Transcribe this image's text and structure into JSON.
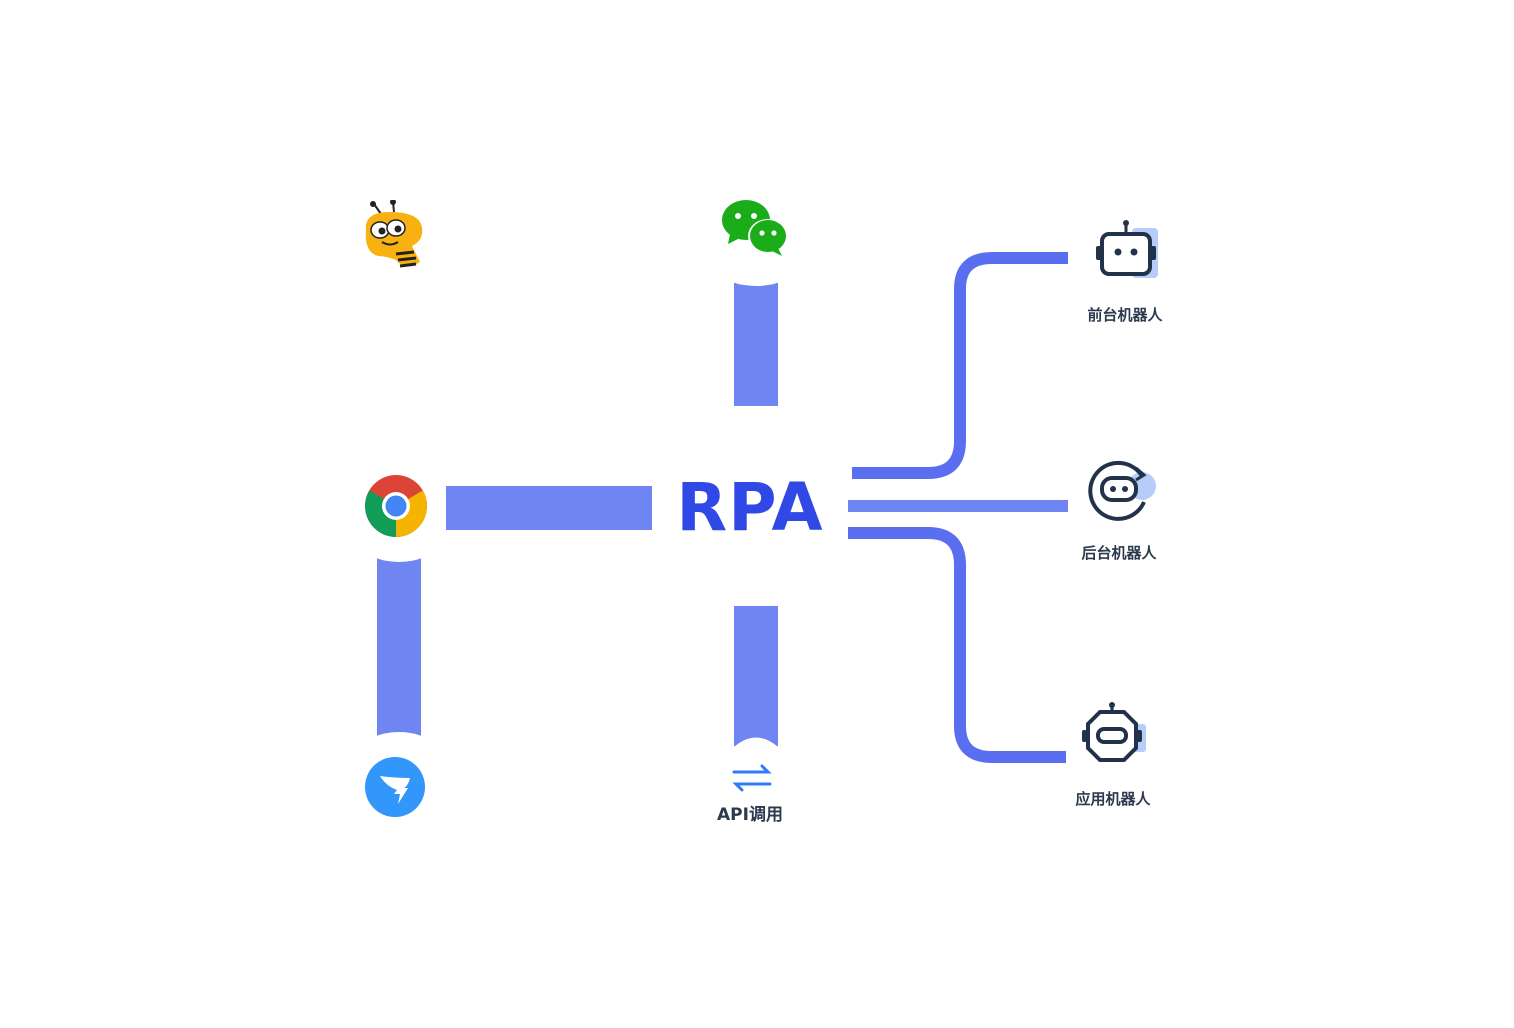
{
  "center": {
    "label": "RPA"
  },
  "apps": {
    "bee_icon": "bee-mascot-icon",
    "wechat_icon": "wechat-icon",
    "chrome_icon": "chrome-icon",
    "dingtalk_icon": "dingtalk-icon"
  },
  "api": {
    "label": "API调用",
    "icon": "swap-arrows-icon"
  },
  "robots": [
    {
      "label": "前台机器人",
      "icon": "robot-head-icon"
    },
    {
      "label": "后台机器人",
      "icon": "robot-cycle-icon"
    },
    {
      "label": "应用机器人",
      "icon": "robot-octagon-icon"
    }
  ],
  "colors": {
    "connector": "#6f85f2",
    "connector_dark": "#5a6ff0",
    "brand": "#3048e6",
    "text": "#2c3a4d",
    "wechat": "#1aad19",
    "dingtalk": "#3296fa"
  }
}
